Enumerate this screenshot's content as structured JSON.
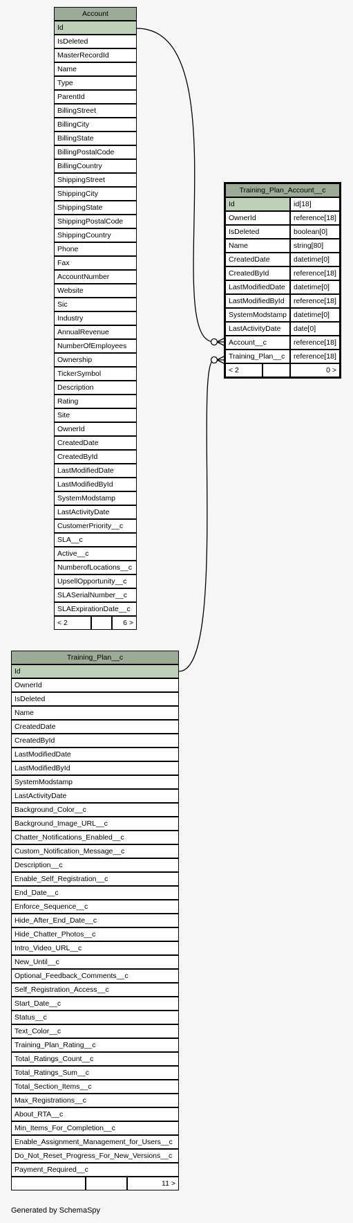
{
  "entities": {
    "account": {
      "title": "Account",
      "columns": [
        "Id",
        "IsDeleted",
        "MasterRecordId",
        "Name",
        "Type",
        "ParentId",
        "BillingStreet",
        "BillingCity",
        "BillingState",
        "BillingPostalCode",
        "BillingCountry",
        "ShippingStreet",
        "ShippingCity",
        "ShippingState",
        "ShippingPostalCode",
        "ShippingCountry",
        "Phone",
        "Fax",
        "AccountNumber",
        "Website",
        "Sic",
        "Industry",
        "AnnualRevenue",
        "NumberOfEmployees",
        "Ownership",
        "TickerSymbol",
        "Description",
        "Rating",
        "Site",
        "OwnerId",
        "CreatedDate",
        "CreatedById",
        "LastModifiedDate",
        "LastModifiedById",
        "SystemModstamp",
        "LastActivityDate",
        "CustomerPriority__c",
        "SLA__c",
        "Active__c",
        "NumberofLocations__c",
        "UpsellOpportunity__c",
        "SLASerialNumber__c",
        "SLAExpirationDate__c"
      ],
      "footer": {
        "left": "< 2",
        "middle": "",
        "right": "6 >"
      }
    },
    "tpa": {
      "title": "Training_Plan_Account__c",
      "columns": [
        {
          "name": "Id",
          "type": "id[18]"
        },
        {
          "name": "OwnerId",
          "type": "reference[18]"
        },
        {
          "name": "IsDeleted",
          "type": "boolean[0]"
        },
        {
          "name": "Name",
          "type": "string[80]"
        },
        {
          "name": "CreatedDate",
          "type": "datetime[0]"
        },
        {
          "name": "CreatedById",
          "type": "reference[18]"
        },
        {
          "name": "LastModifiedDate",
          "type": "datetime[0]"
        },
        {
          "name": "LastModifiedById",
          "type": "reference[18]"
        },
        {
          "name": "SystemModstamp",
          "type": "datetime[0]"
        },
        {
          "name": "LastActivityDate",
          "type": "date[0]"
        },
        {
          "name": "Account__c",
          "type": "reference[18]"
        },
        {
          "name": "Training_Plan__c",
          "type": "reference[18]"
        }
      ],
      "footer": {
        "left": "< 2",
        "middle": "",
        "right": "0 >"
      }
    },
    "tp": {
      "title": "Training_Plan__c",
      "columns": [
        "Id",
        "OwnerId",
        "IsDeleted",
        "Name",
        "CreatedDate",
        "CreatedById",
        "LastModifiedDate",
        "LastModifiedById",
        "SystemModstamp",
        "LastActivityDate",
        "Background_Color__c",
        "Background_Image_URL__c",
        "Chatter_Notifications_Enabled__c",
        "Custom_Notification_Message__c",
        "Description__c",
        "Enable_Self_Registration__c",
        "End_Date__c",
        "Enforce_Sequence__c",
        "Hide_After_End_Date__c",
        "Hide_Chatter_Photos__c",
        "Intro_Video_URL__c",
        "New_Until__c",
        "Optional_Feedback_Comments__c",
        "Self_Registration_Access__c",
        "Start_Date__c",
        "Status__c",
        "Text_Color__c",
        "Training_Plan_Rating__c",
        "Total_Ratings_Count__c",
        "Total_Ratings_Sum__c",
        "Total_Section_Items__c",
        "Max_Registrations__c",
        "About_RTA__c",
        "Min_Items_For_Completion__c",
        "Enable_Assignment_Management_for_Users__c",
        "Do_Not_Reset_Progress_For_New_Versions__c",
        "Payment_Required__c"
      ],
      "footer": {
        "left": "",
        "middle": "",
        "right": "11 >"
      }
    }
  },
  "footer_text": "Generated by SchemaSpy",
  "colors": {
    "header": "#9bab96",
    "primary_key": "#bed1b8",
    "background": "#f6f6f6"
  }
}
